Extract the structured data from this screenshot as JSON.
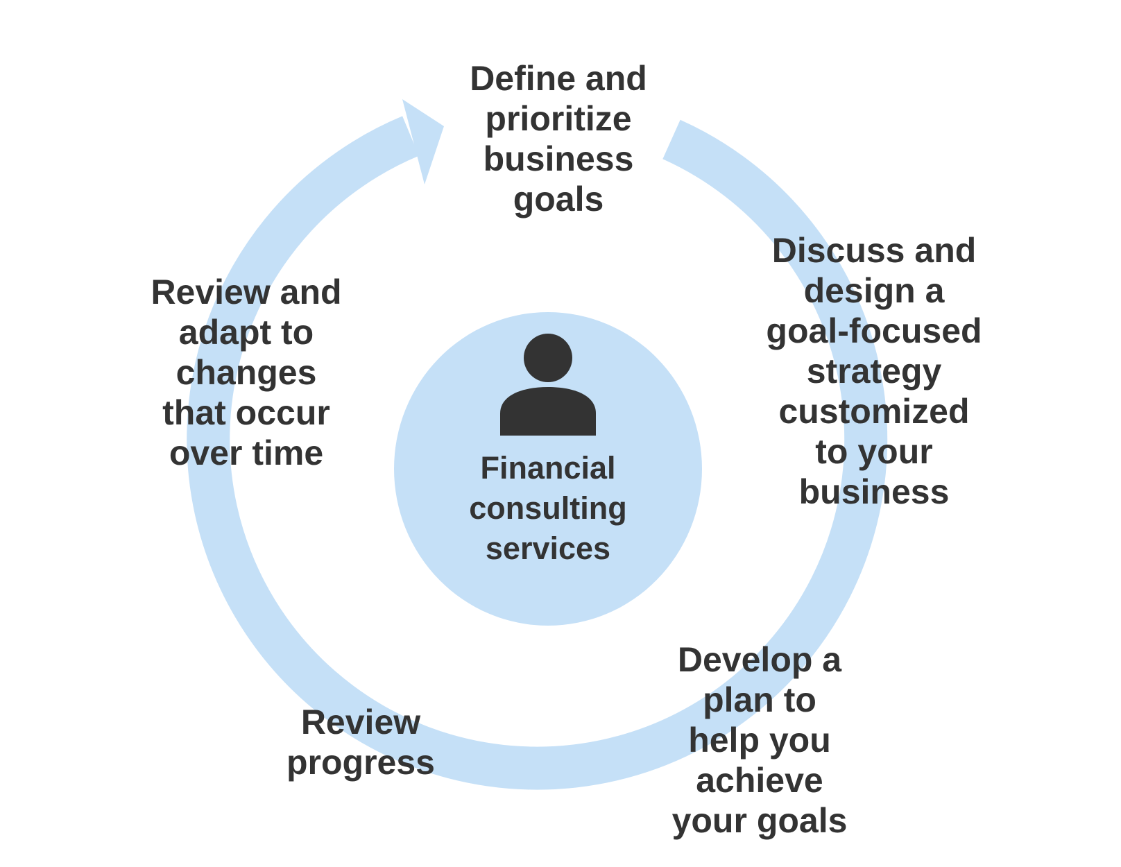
{
  "colors": {
    "cycle_ring": "#c5e0f7",
    "center_disc": "#c5e0f7",
    "text": "#333333",
    "person_icon": "#333333"
  },
  "center": {
    "icon": "person-icon",
    "label": "Financial\nconsulting\nservices"
  },
  "cycle_steps": [
    {
      "label": "Define and\nprioritize\nbusiness\ngoals"
    },
    {
      "label": "Discuss and\ndesign a\ngoal-focused\nstrategy\ncustomized\nto your\nbusiness"
    },
    {
      "label": "Develop a\nplan to\nhelp you\nachieve\nyour goals"
    },
    {
      "label": "Review\nprogress"
    },
    {
      "label": "Review and\nadapt to\nchanges\nthat occur\nover time"
    }
  ]
}
